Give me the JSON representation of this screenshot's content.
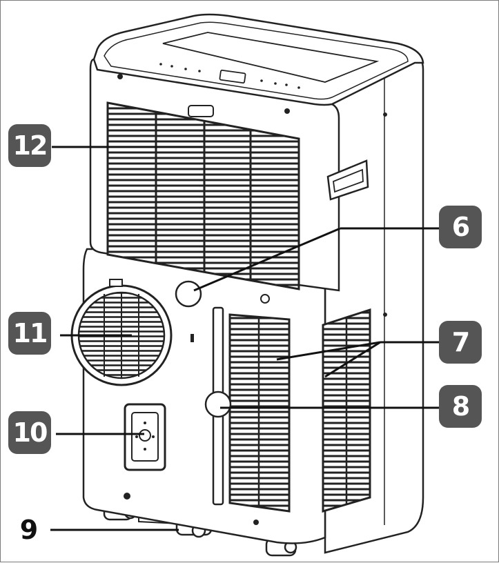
{
  "callouts": [
    {
      "id": "12",
      "label": "12"
    },
    {
      "id": "6",
      "label": "6"
    },
    {
      "id": "11",
      "label": "11"
    },
    {
      "id": "7",
      "label": "7"
    },
    {
      "id": "8",
      "label": "8"
    },
    {
      "id": "10",
      "label": "10"
    },
    {
      "id": "9",
      "label": "9"
    }
  ],
  "colors": {
    "badge": "#555555",
    "line": "#111111",
    "outline": "#222222",
    "body": "#ffffff"
  }
}
